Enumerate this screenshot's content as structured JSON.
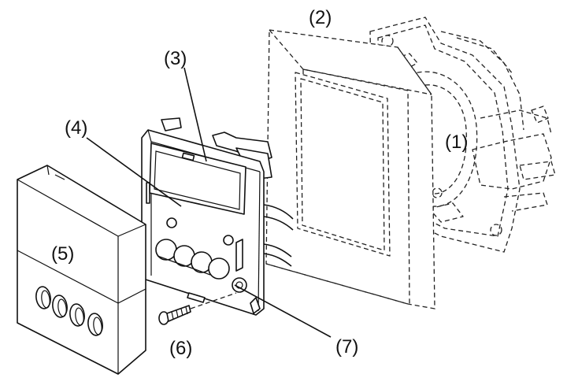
{
  "labels": {
    "p1": "(1)",
    "p2": "(2)",
    "p3": "(3)",
    "p4": "(4)",
    "p5": "(5)",
    "p6": "(6)",
    "p7": "(7)"
  },
  "colors": {
    "line": "#111111",
    "background": "#ffffff"
  }
}
